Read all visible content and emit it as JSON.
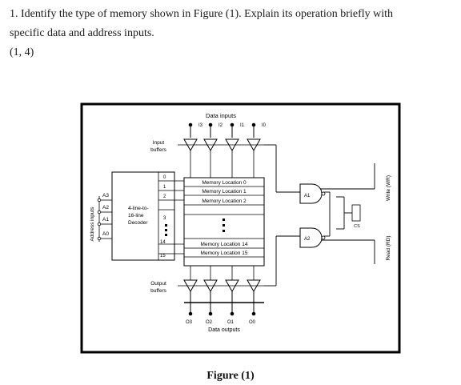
{
  "question": {
    "line1": "1. Identify the type of memory shown in Figure (1). Explain its operation briefly with",
    "line2": "specific data and address inputs.",
    "marks": "(1, 4)"
  },
  "figure": {
    "data_inputs_label": "Data inputs",
    "data_inputs": [
      "I3",
      "I2",
      "I1",
      "I0"
    ],
    "input_buffers_label": [
      "Input",
      "buffers"
    ],
    "decoder_label": [
      "4-line-to-",
      "16-line",
      "Decoder"
    ],
    "address_inputs_label": "Address inputs",
    "address_lines": [
      "A3",
      "A2",
      "A1",
      "A0"
    ],
    "decoder_outputs": [
      "0",
      "1",
      "2",
      "3",
      "14",
      "15"
    ],
    "memory_locations": [
      "Memory Location 0",
      "Memory Location 1",
      "Memory Location 2",
      "Memory Location 14",
      "Memory Location 15"
    ],
    "output_buffers_label": [
      "Output",
      "buffers"
    ],
    "data_outputs": [
      "O3",
      "O2",
      "O1",
      "O0"
    ],
    "data_outputs_label": "Data outputs",
    "gate_labels": [
      "A1",
      "A2"
    ],
    "cs_label": "CS",
    "write_label": "Write (WR)",
    "read_label": "Read (RD)"
  },
  "caption": "Figure (1)"
}
